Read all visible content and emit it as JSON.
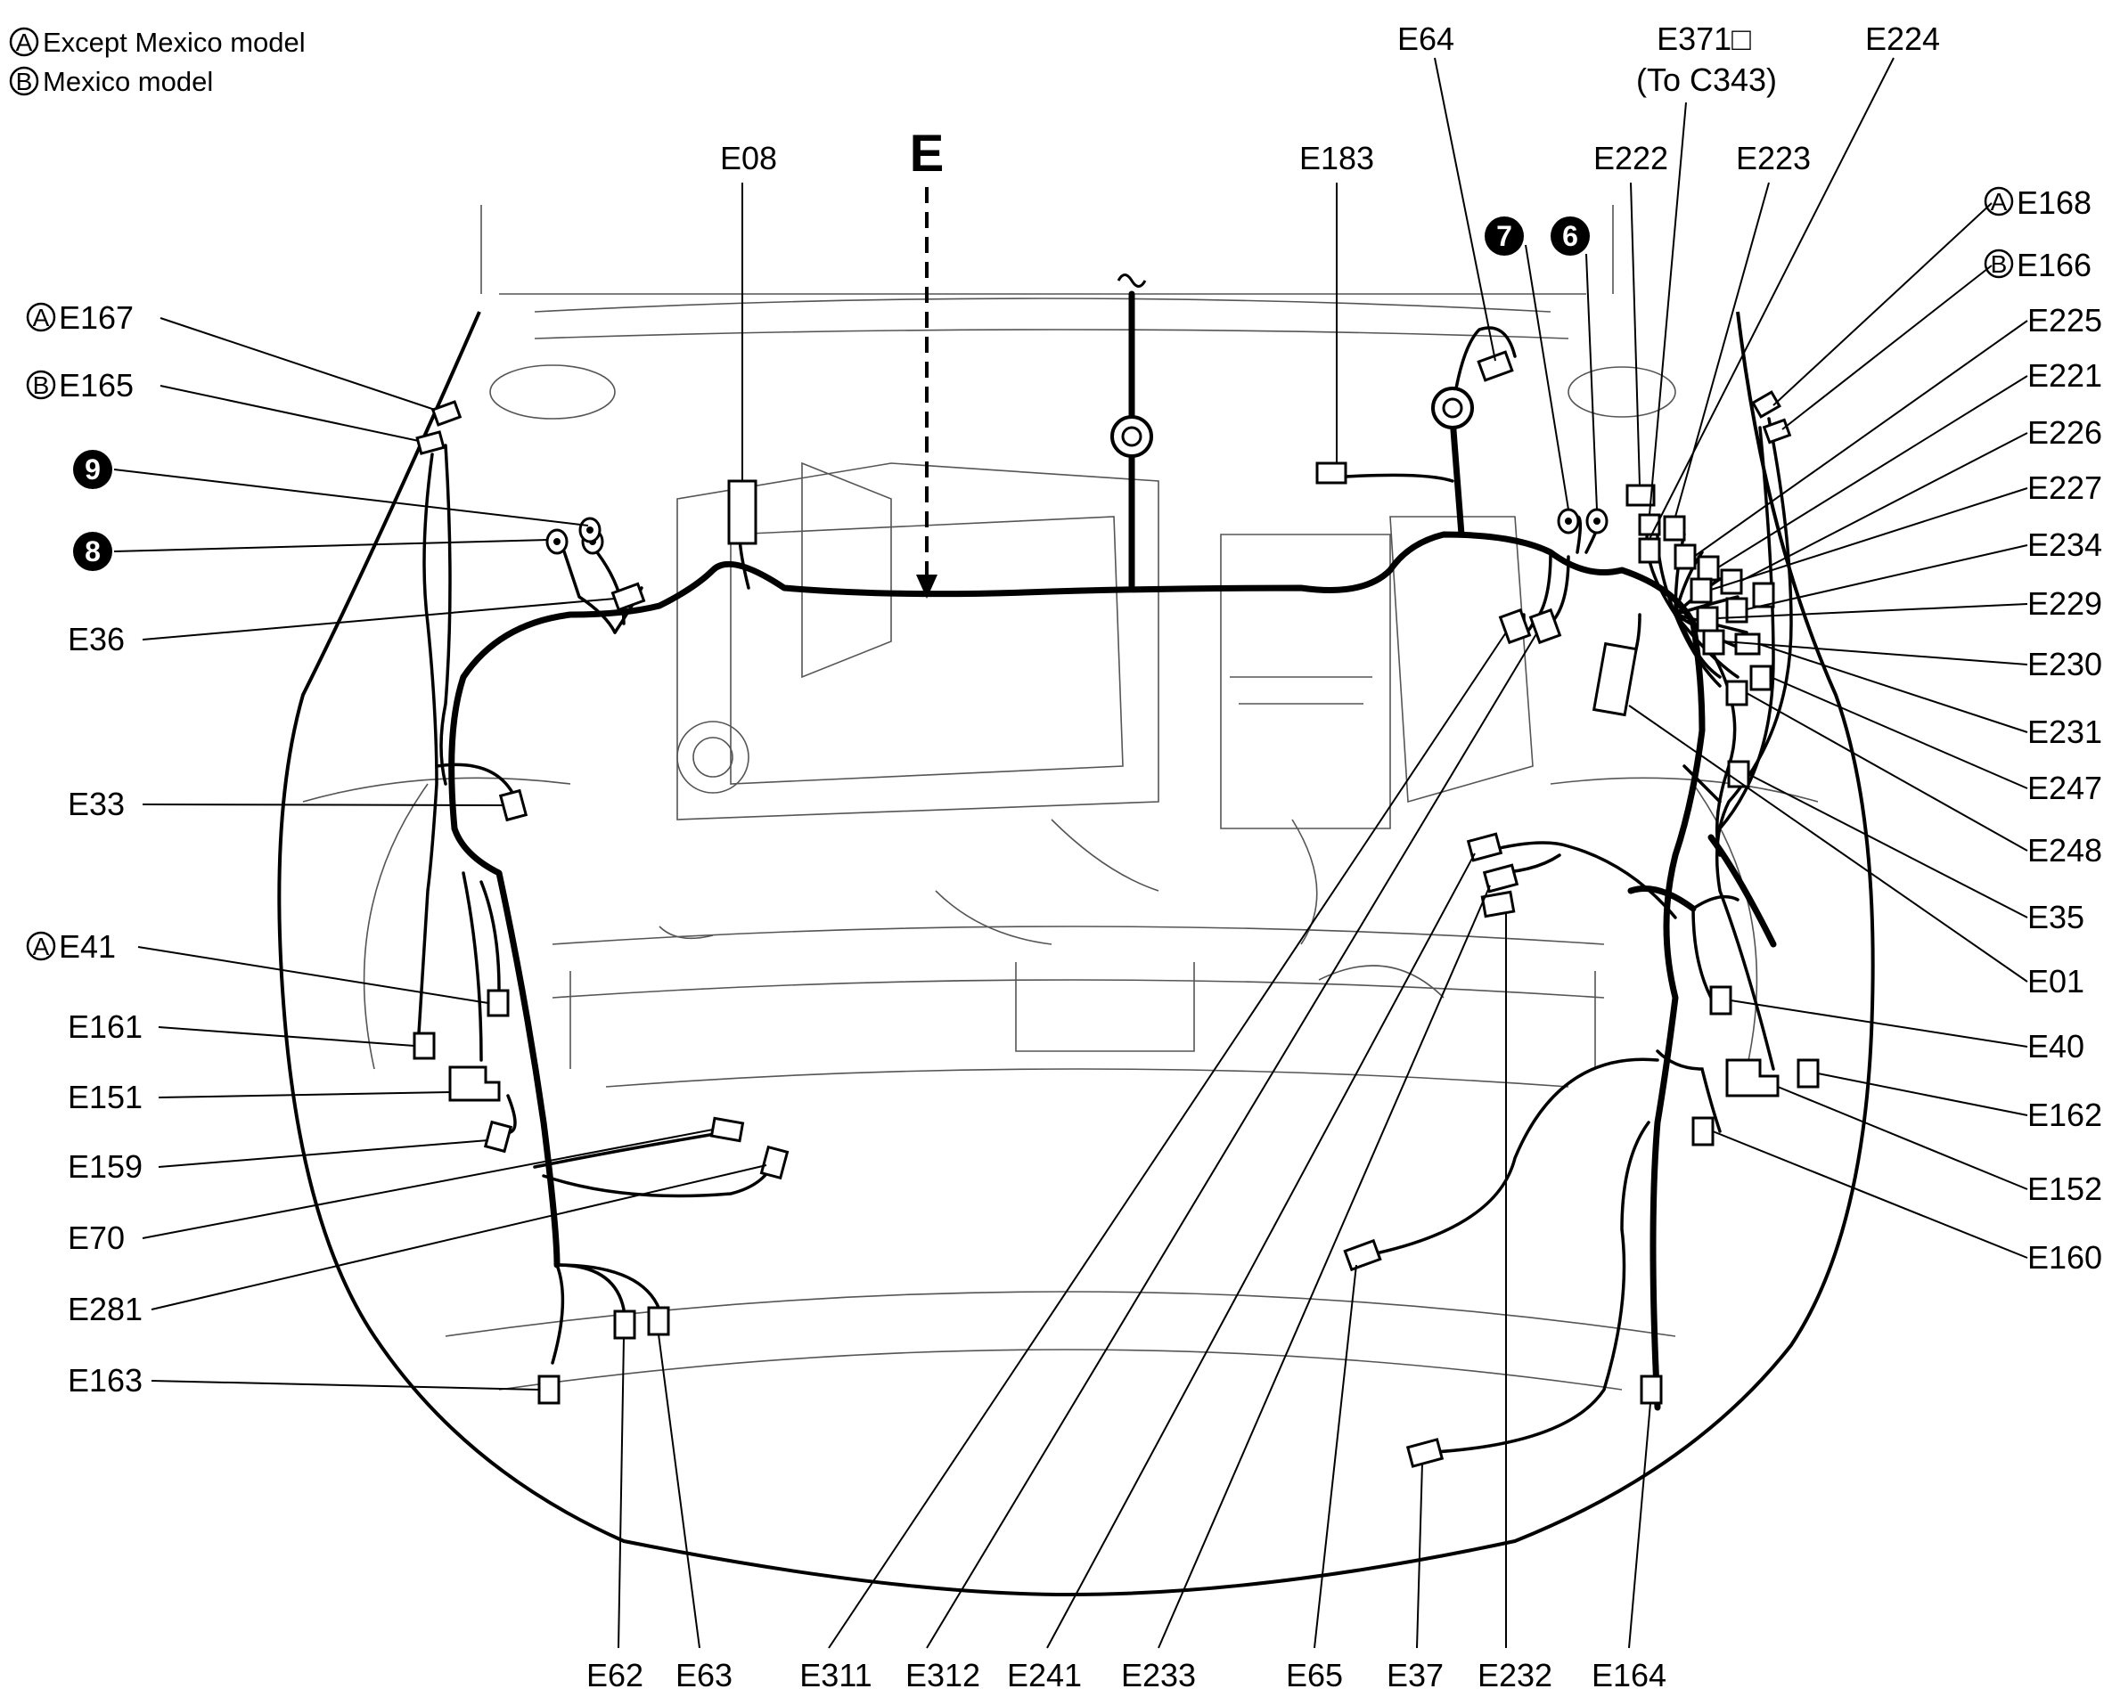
{
  "legend": {
    "a": {
      "mark": "A",
      "text": "Except Mexico model"
    },
    "b": {
      "mark": "B",
      "text": "Mexico model"
    }
  },
  "view_label": "E",
  "badges": [
    "9",
    "8",
    "7",
    "6"
  ],
  "labels": {
    "e167": "E167",
    "e165": "E165",
    "e36": "E36",
    "e33": "E33",
    "e41": "E41",
    "e161": "E161",
    "e151": "E151",
    "e159": "E159",
    "e70": "E70",
    "e281": "E281",
    "e163": "E163",
    "e08": "E08",
    "e183": "E183",
    "e64": "E64",
    "e371": "E371□",
    "to_c343": "(To C343)",
    "e224": "E224",
    "e222": "E222",
    "e223": "E223",
    "e168": "E168",
    "e166": "E166",
    "e225": "E225",
    "e221": "E221",
    "e226": "E226",
    "e227": "E227",
    "e234": "E234",
    "e229": "E229",
    "e230": "E230",
    "e231": "E231",
    "e247": "E247",
    "e248": "E248",
    "e35": "E35",
    "e01": "E01",
    "e40": "E40",
    "e162": "E162",
    "e152": "E152",
    "e160": "E160",
    "e62": "E62",
    "e63": "E63",
    "e311": "E311",
    "e312": "E312",
    "e241": "E241",
    "e233": "E233",
    "e65": "E65",
    "e37": "E37",
    "e232": "E232",
    "e164": "E164"
  }
}
